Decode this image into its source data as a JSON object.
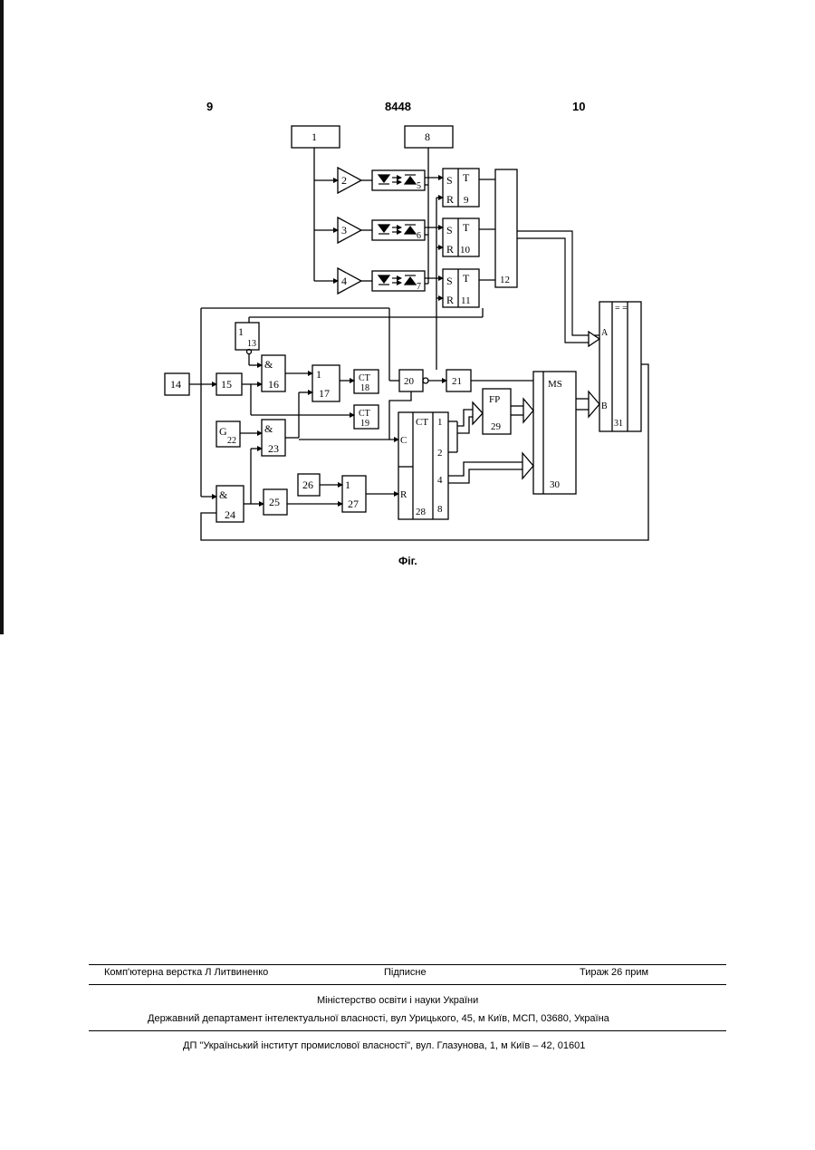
{
  "header": {
    "left_page": "9",
    "patent_no": "8448",
    "right_page": "10"
  },
  "blocks": {
    "b1": "1",
    "b2": "2",
    "b3": "3",
    "b4": "4",
    "b5": "5",
    "b6": "6",
    "b7": "7",
    "b8": "8",
    "b9": "9",
    "b10": "10",
    "b11": "11",
    "b12": "12",
    "b13": "13",
    "b14": "14",
    "b15": "15",
    "b16": "16",
    "b17": "17",
    "b18": "18",
    "b19": "19",
    "b20": "20",
    "b21": "21",
    "b22": "22",
    "b23": "23",
    "b24": "24",
    "b25": "25",
    "b26": "26",
    "b27": "27",
    "b28": "28",
    "b29": "29",
    "b30": "30",
    "b31": "31"
  },
  "symbols": {
    "set": "S",
    "reset": "R",
    "trigger": "T",
    "and": "&",
    "or": "1",
    "counter": "CT",
    "generator": "G",
    "fp": "FP",
    "mux": "MS",
    "clock": "C",
    "in_a": "A",
    "in_b": "B",
    "cmp": "= =",
    "q1": "1",
    "q2": "2",
    "q4": "4",
    "q8": "8"
  },
  "caption": "Фіг.",
  "footer": {
    "layout": "Комп'ютерна верстка Л Литвиненко",
    "signed": "Підписне",
    "circulation": "Тираж 26 прим",
    "ministry": "Міністерство освіти і науки України",
    "department": "Державний департамент інтелектуальної власності, вул Урицького, 45, м Київ, МСП, 03680, Україна",
    "institute": "ДП \"Український інститут промислової власності\", вул. Глазунова, 1, м Київ – 42, 01601"
  }
}
